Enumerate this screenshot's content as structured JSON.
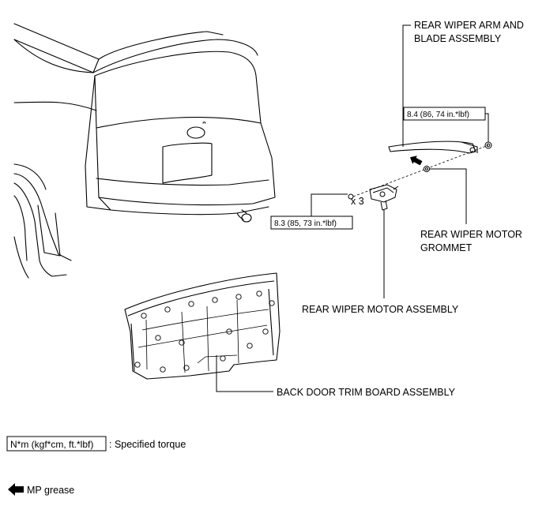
{
  "labels": {
    "wiper_arm_line1": "REAR WIPER ARM AND",
    "wiper_arm_line2": "BLADE ASSEMBLY",
    "grommet_line1": "REAR WIPER MOTOR",
    "grommet_line2": "GROMMET",
    "motor": "REAR WIPER MOTOR ASSEMBLY",
    "trim_board": "BACK DOOR TRIM BOARD ASSEMBLY",
    "bolt_count": "x 3"
  },
  "torques": {
    "wiper_arm_nut": "8.4 (86, 74 in.*lbf)",
    "motor_bolts": "8.3 (85, 73 in.*lbf)"
  },
  "legend": {
    "torque_units": "N*m (kgf*cm, ft.*lbf)",
    "torque_desc": ": Specified torque",
    "grease": "MP grease"
  },
  "icons": {
    "grease_arrow": "grease-arrow-icon"
  }
}
